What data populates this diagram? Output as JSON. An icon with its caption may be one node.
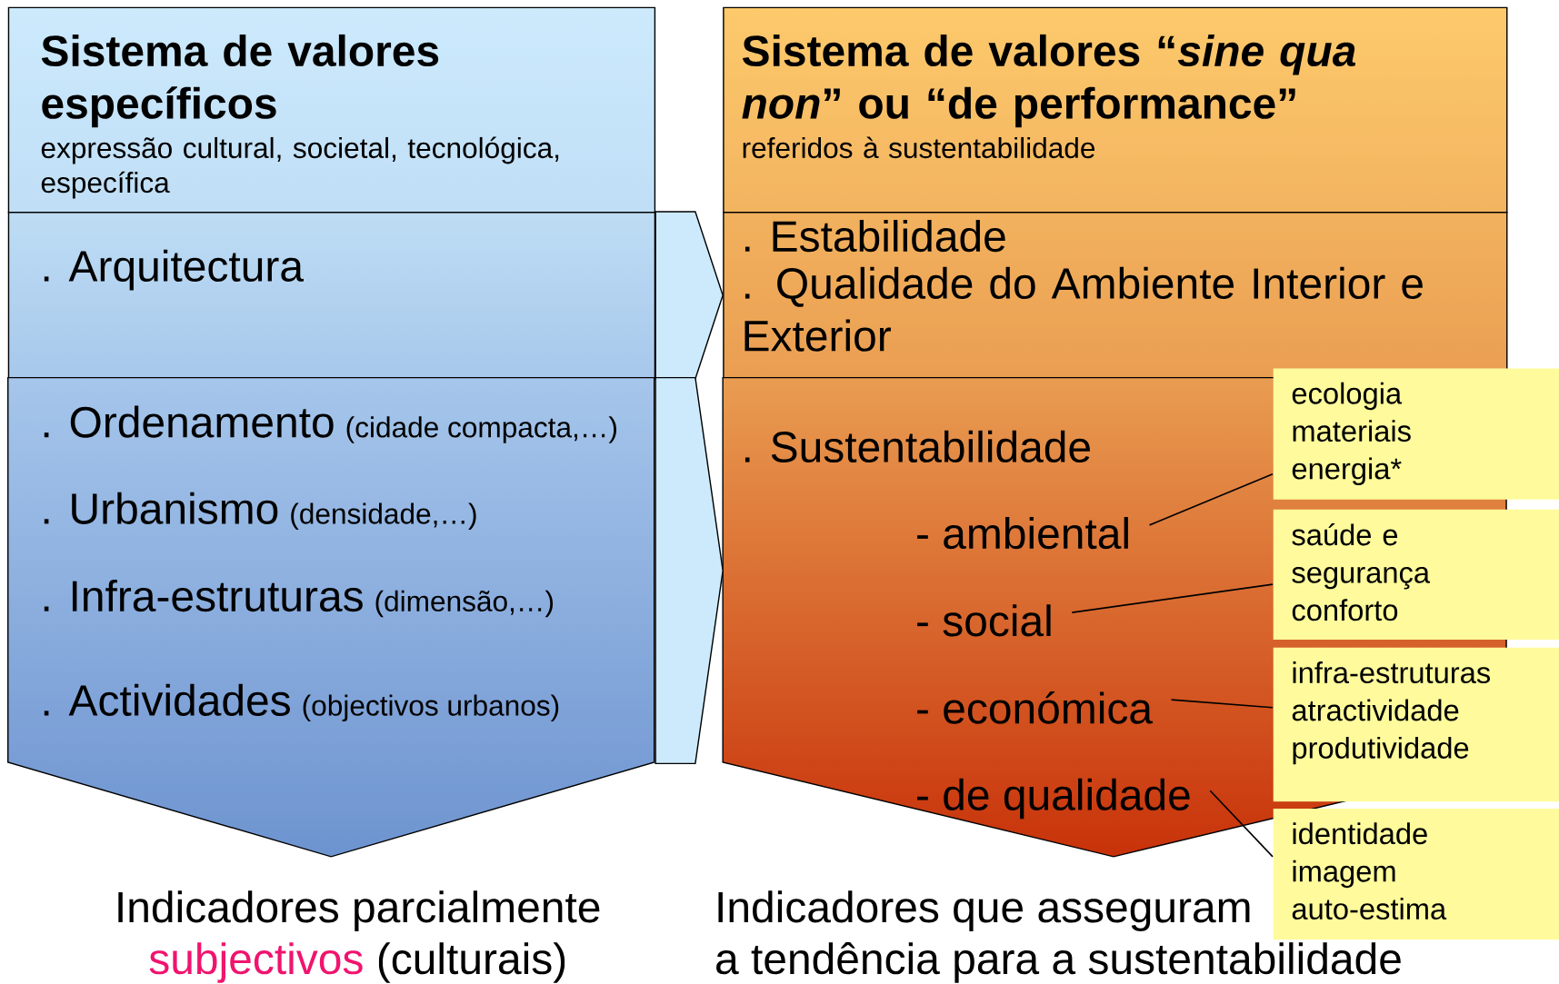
{
  "diagram": {
    "nodes": [
      {
        "text": [
          "Sistema de valores específicos",
          "expressão cultural, societal, tecnológica, específica"
        ]
      },
      {
        "text": [
          ". Arquitectura"
        ]
      },
      {
        "text": [
          ". Ordenamento",
          "(cidade compacta,…)",
          ". Urbanismo",
          "(densidade,…)",
          ". Infra-estruturas",
          "(dimensão,…)",
          ". Actividades",
          "(objectivos urbanos)"
        ]
      },
      {
        "text": [
          "Sistema de valores “*sine qua non*” ou “de performance”",
          "referidos à sustentabilidade"
        ]
      },
      {
        "text": [
          ". Estabilidade",
          ". Qualidade do Ambiente Interior e Exterior"
        ]
      },
      {
        "text": [
          ". Sustentabilidade"
        ]
      },
      {
        "text": [
          "- ambiental"
        ],
        "in": 5
      },
      {
        "text": [
          "- social"
        ],
        "in": 5
      },
      {
        "text": [
          "- económica"
        ],
        "in": 5
      },
      {
        "text": [
          "- de qualidade"
        ],
        "in": 5
      },
      {
        "text": [
          "ecologia materiais energia*"
        ]
      },
      {
        "text": [
          "saúde e segurança conforto"
        ]
      },
      {
        "text": [
          "infra-estruturas atractividade produtividade"
        ]
      },
      {
        "text": [
          "identidade imagem auto-estima"
        ]
      }
    ],
    "edges": [
      {
        "from": 1,
        "to": 4,
        "arrow": "to"
      },
      {
        "from": 2,
        "to": 5,
        "arrow": "to"
      },
      {
        "from": 6,
        "to": 10,
        "arrow": "none"
      },
      {
        "from": 7,
        "to": 11,
        "arrow": "none"
      },
      {
        "from": 8,
        "to": 12,
        "arrow": "none"
      },
      {
        "from": 9,
        "to": 13,
        "arrow": "none"
      }
    ],
    "labels": [
      "Indicadores parcialmente",
      "subjectivos",
      "(culturais)",
      "Indicadores que asseguram",
      "a tendência para a sustentabilidade"
    ]
  }
}
